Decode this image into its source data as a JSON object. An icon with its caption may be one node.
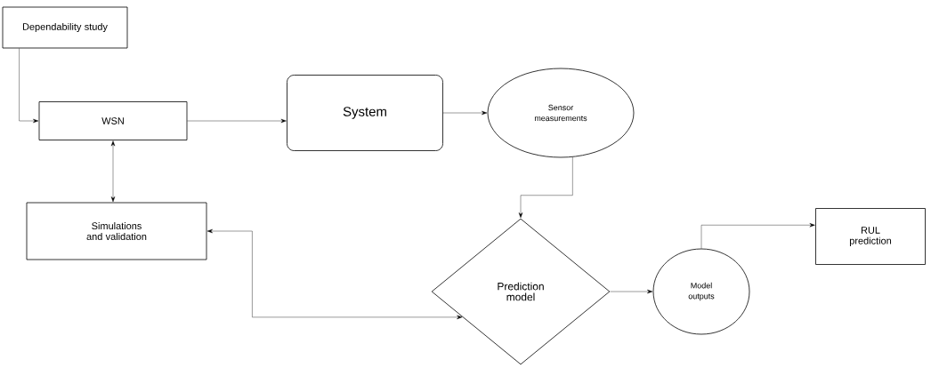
{
  "diagram": {
    "nodes": [
      {
        "text": [
          "Dependability study"
        ]
      },
      {
        "text": [
          "WSN"
        ]
      },
      {
        "text": [
          "System"
        ]
      },
      {
        "text": [
          "Sensor measurements"
        ]
      },
      {
        "text": [
          "Simulations and validation"
        ]
      },
      {
        "text": [
          "Prediction model"
        ]
      },
      {
        "text": [
          "Model outputs"
        ]
      },
      {
        "text": [
          "RUL prediction"
        ]
      }
    ],
    "edges": [
      {
        "from": 0,
        "to": 1,
        "arrow": "to"
      },
      {
        "from": 1,
        "to": 2,
        "arrow": "to"
      },
      {
        "from": 2,
        "to": 3,
        "arrow": "to"
      },
      {
        "from": 3,
        "to": 5,
        "arrow": "to"
      },
      {
        "from": 1,
        "to": 4,
        "arrow": "both"
      },
      {
        "from": 4,
        "to": 5,
        "arrow": "both"
      },
      {
        "from": 5,
        "to": 6,
        "arrow": "to"
      },
      {
        "from": 6,
        "to": 7,
        "arrow": "to"
      }
    ]
  }
}
